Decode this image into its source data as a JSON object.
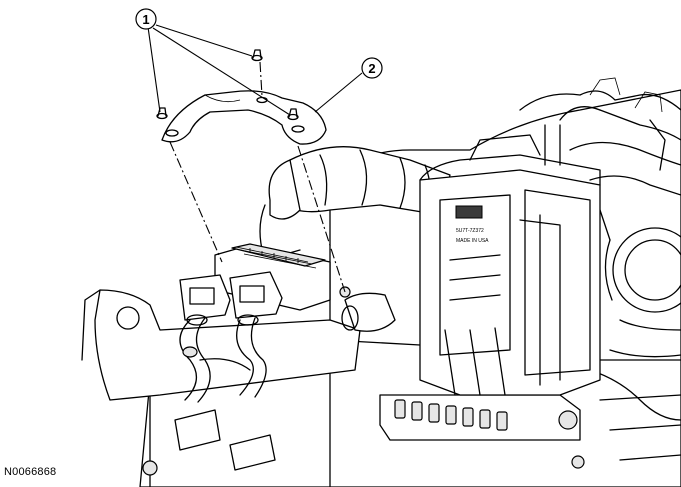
{
  "figure": {
    "callouts": [
      {
        "label": "1"
      },
      {
        "label": "2"
      }
    ],
    "module_text": {
      "line1": "5U7T-7Z372",
      "line2": "MADE IN USA"
    },
    "figure_id": "N0066868"
  }
}
